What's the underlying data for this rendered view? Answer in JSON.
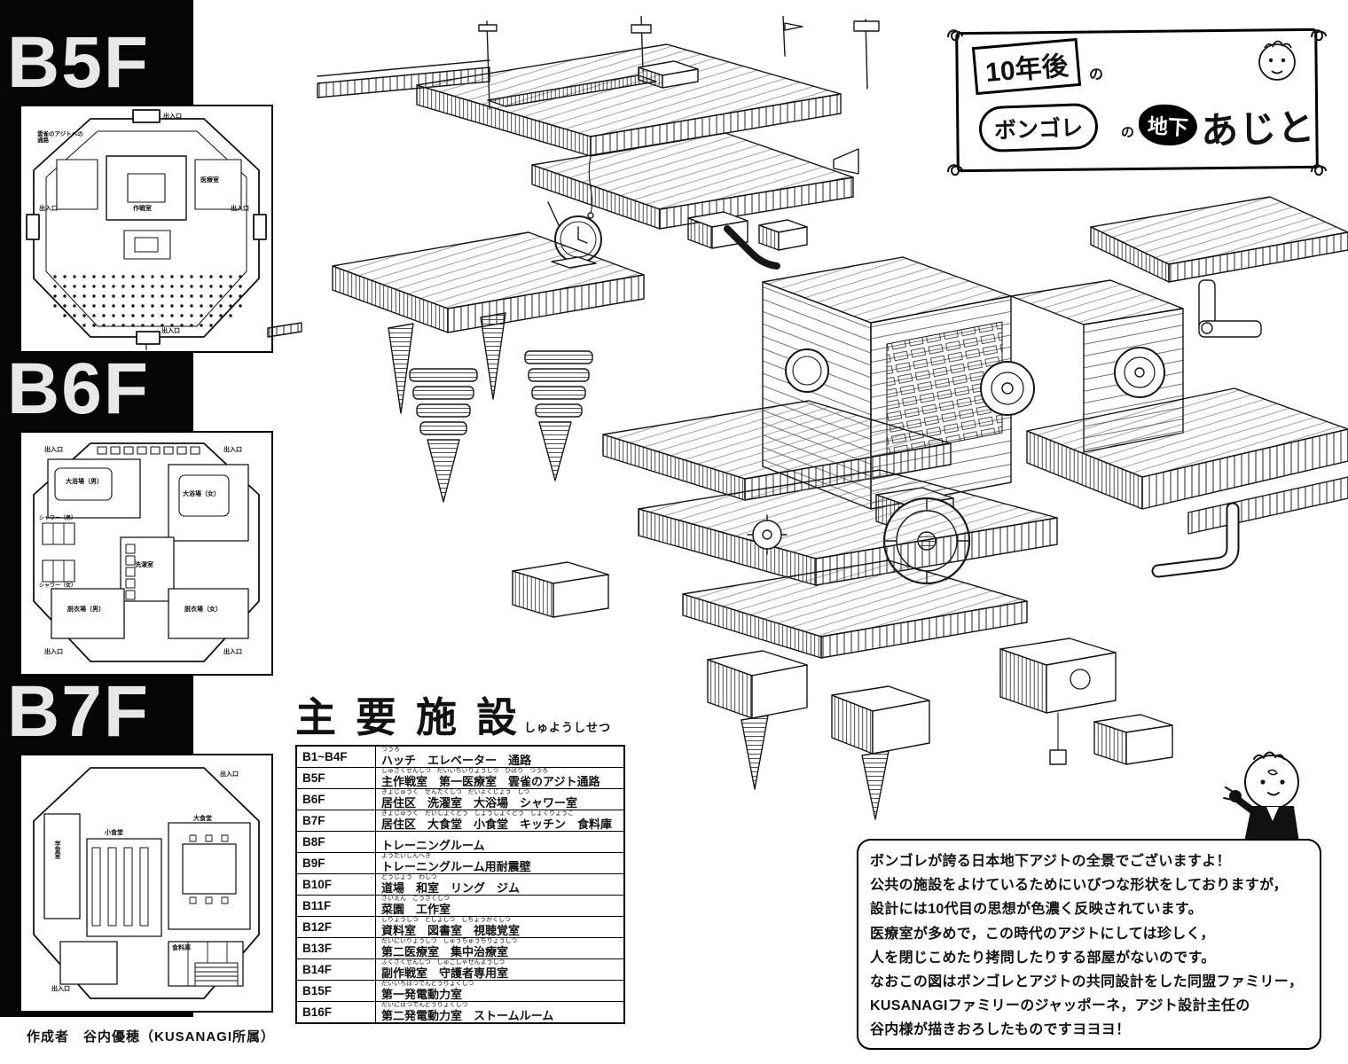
{
  "page": {
    "credit": "作成者　谷内優穂（KUSANAGI所属）"
  },
  "banner": {
    "years": "10年後",
    "no1": "の",
    "family": "ボンゴレ",
    "no2": "の",
    "chika": "地下",
    "ajito": "あじと"
  },
  "sidebar": {
    "floors": [
      {
        "label": "B5F",
        "plan_labels": [
          "雲雀のアジトへの通路",
          "出入口",
          "出入口",
          "出入口",
          "作戦室",
          "医療室",
          "出入口"
        ]
      },
      {
        "label": "B6F",
        "plan_labels": [
          "出入口",
          "出入口",
          "出入口",
          "出入口",
          "大浴場（男）",
          "大浴場（女）",
          "洗濯室",
          "脱衣場（男）",
          "脱衣場（女）",
          "シャワー（男）",
          "シャワー（女）"
        ]
      },
      {
        "label": "B7F",
        "plan_labels": [
          "出入口",
          "出入口",
          "学習室",
          "小食堂",
          "大食堂",
          "食料庫"
        ]
      }
    ]
  },
  "facilities": {
    "title": "主要施設",
    "title_furigana": "しゅようしせつ",
    "rows": [
      {
        "floor": "B1~B4F",
        "furigana": "つうろ",
        "facilities": "ハッチ　エレベーター　通路"
      },
      {
        "floor": "B5F",
        "furigana": "しゅさくせんしつ　だいいちいりょうしつ　ひばり　つうろ",
        "facilities": "主作戦室　第一医療室　雲雀のアジト通路"
      },
      {
        "floor": "B6F",
        "furigana": "きょじゅうく　せんたくしつ　だいよくじょう　しつ",
        "facilities": "居住区　洗濯室　大浴場　シャワー室"
      },
      {
        "floor": "B7F",
        "furigana": "きょじゅうく　だいしょくどう　しょうしょくどう　しょくりょうこ",
        "facilities": "居住区　大食堂　小食堂　キッチン　食料庫"
      },
      {
        "floor": "B8F",
        "furigana": "",
        "facilities": "トレーニングルーム"
      },
      {
        "floor": "B9F",
        "furigana": "ようたいしんへき",
        "facilities": "トレーニングルーム用耐震壁"
      },
      {
        "floor": "B10F",
        "furigana": "どうじょう　わしつ",
        "facilities": "道場　和室　リング　ジム"
      },
      {
        "floor": "B11F",
        "furigana": "さいえん　こうさくしつ",
        "facilities": "菜園　工作室"
      },
      {
        "floor": "B12F",
        "furigana": "しりょうしつ　としょしつ　しちょうかくしつ",
        "facilities": "資料室　図書室　視聴覚室"
      },
      {
        "floor": "B13F",
        "furigana": "だいにいりょうしつ　しゅうちゅうちりょうしつ",
        "facilities": "第二医療室　集中治療室"
      },
      {
        "floor": "B14F",
        "furigana": "ふくさくせんしつ　しゅごしゃせんようしつ",
        "facilities": "副作戦室　守護者専用室"
      },
      {
        "floor": "B15F",
        "furigana": "だいいちはつでんどうりょくしつ",
        "facilities": "第一発電動力室"
      },
      {
        "floor": "B16F",
        "furigana": "だいにはつでんどうりょくしつ",
        "facilities": "第二発電動力室　ストームルーム"
      }
    ]
  },
  "description": {
    "lines": [
      "ボンゴレが誇る日本地下アジトの全景でございますよ！",
      "公共の施設をよけているためにいびつな形状をしておりますが，",
      "設計には10代目の思想が色濃く反映されています。",
      "医療室が多めで，この時代のアジトにしては珍しく，",
      "人を閉じこめたり拷問したりする部屋がないのです。",
      "なおこの図はボンゴレとアジトの共同設計をした同盟ファミリー，",
      "KUSANAGIファミリーのジャッポーネ，アジト設計主任の",
      "谷内様が描きおろしたものですヨヨヨ！"
    ]
  }
}
